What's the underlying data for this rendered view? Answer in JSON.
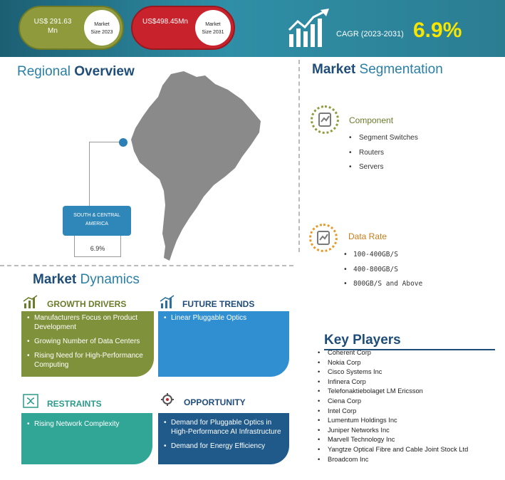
{
  "header": {
    "size_2023": {
      "value": "US$ 291.63\nMn",
      "label": "Market\nSize 2023"
    },
    "size_2031": {
      "value": "US$498.45Mn",
      "label": "Market\nSize 2031"
    },
    "cagr_label": "CAGR (2023-2031)",
    "cagr_value": "6.9%"
  },
  "regional": {
    "title_light": "Regional",
    "title_bold": "Overview",
    "region_name": "SOUTH & CENTRAL\nAMERICA",
    "region_value": "6.9%"
  },
  "segmentation": {
    "title_bold": "Market",
    "title_light": "Segmentation",
    "component": {
      "heading": "Component",
      "items": [
        "Segment Switches",
        "Routers",
        "Servers"
      ]
    },
    "data_rate": {
      "heading": "Data Rate",
      "items": [
        "100-400GB/S",
        "400-800GB/S",
        "800GB/S and Above"
      ]
    }
  },
  "dynamics": {
    "title_bold": "Market",
    "title_light": "Dynamics",
    "growth_drivers": {
      "heading": "GROWTH DRIVERS",
      "items": [
        "Manufacturers Focus on Product Development",
        "Growing Number of Data Centers",
        "Rising Need for High-Performance Computing"
      ]
    },
    "future_trends": {
      "heading": "FUTURE TRENDS",
      "items": [
        "Linear Pluggable Optics"
      ]
    },
    "restraints": {
      "heading": "RESTRAINTS",
      "items": [
        "Rising Network Complexity"
      ]
    },
    "opportunity": {
      "heading": "OPPORTUNITY",
      "items": [
        "Demand for Pluggable Optics  in High-Performance AI Infrastructure",
        "Demand for Energy Efficiency"
      ]
    }
  },
  "key_players": {
    "title": "Key Players",
    "items": [
      "Coherent Corp",
      "Nokia Corp",
      "Cisco Systems Inc",
      "Infinera Corp",
      "Telefonaktiebolaget LM Ericsson",
      "Ciena Corp",
      "Intel Corp",
      "Lumentum Holdings Inc",
      "Juniper Networks Inc",
      "Marvell Technology Inc",
      "Yangtze Optical Fibre and Cable Joint Stock Ltd",
      "Broadcom Inc"
    ]
  },
  "colors": {
    "header": "#2f8fa6",
    "pill_2023": "#8e9a3b",
    "pill_2031": "#c8222c",
    "cagr": "#f7e600",
    "growth": "#7f913a",
    "future": "#2f8fd0",
    "restraints": "#32a696",
    "opportunity": "#1f5a8a"
  }
}
